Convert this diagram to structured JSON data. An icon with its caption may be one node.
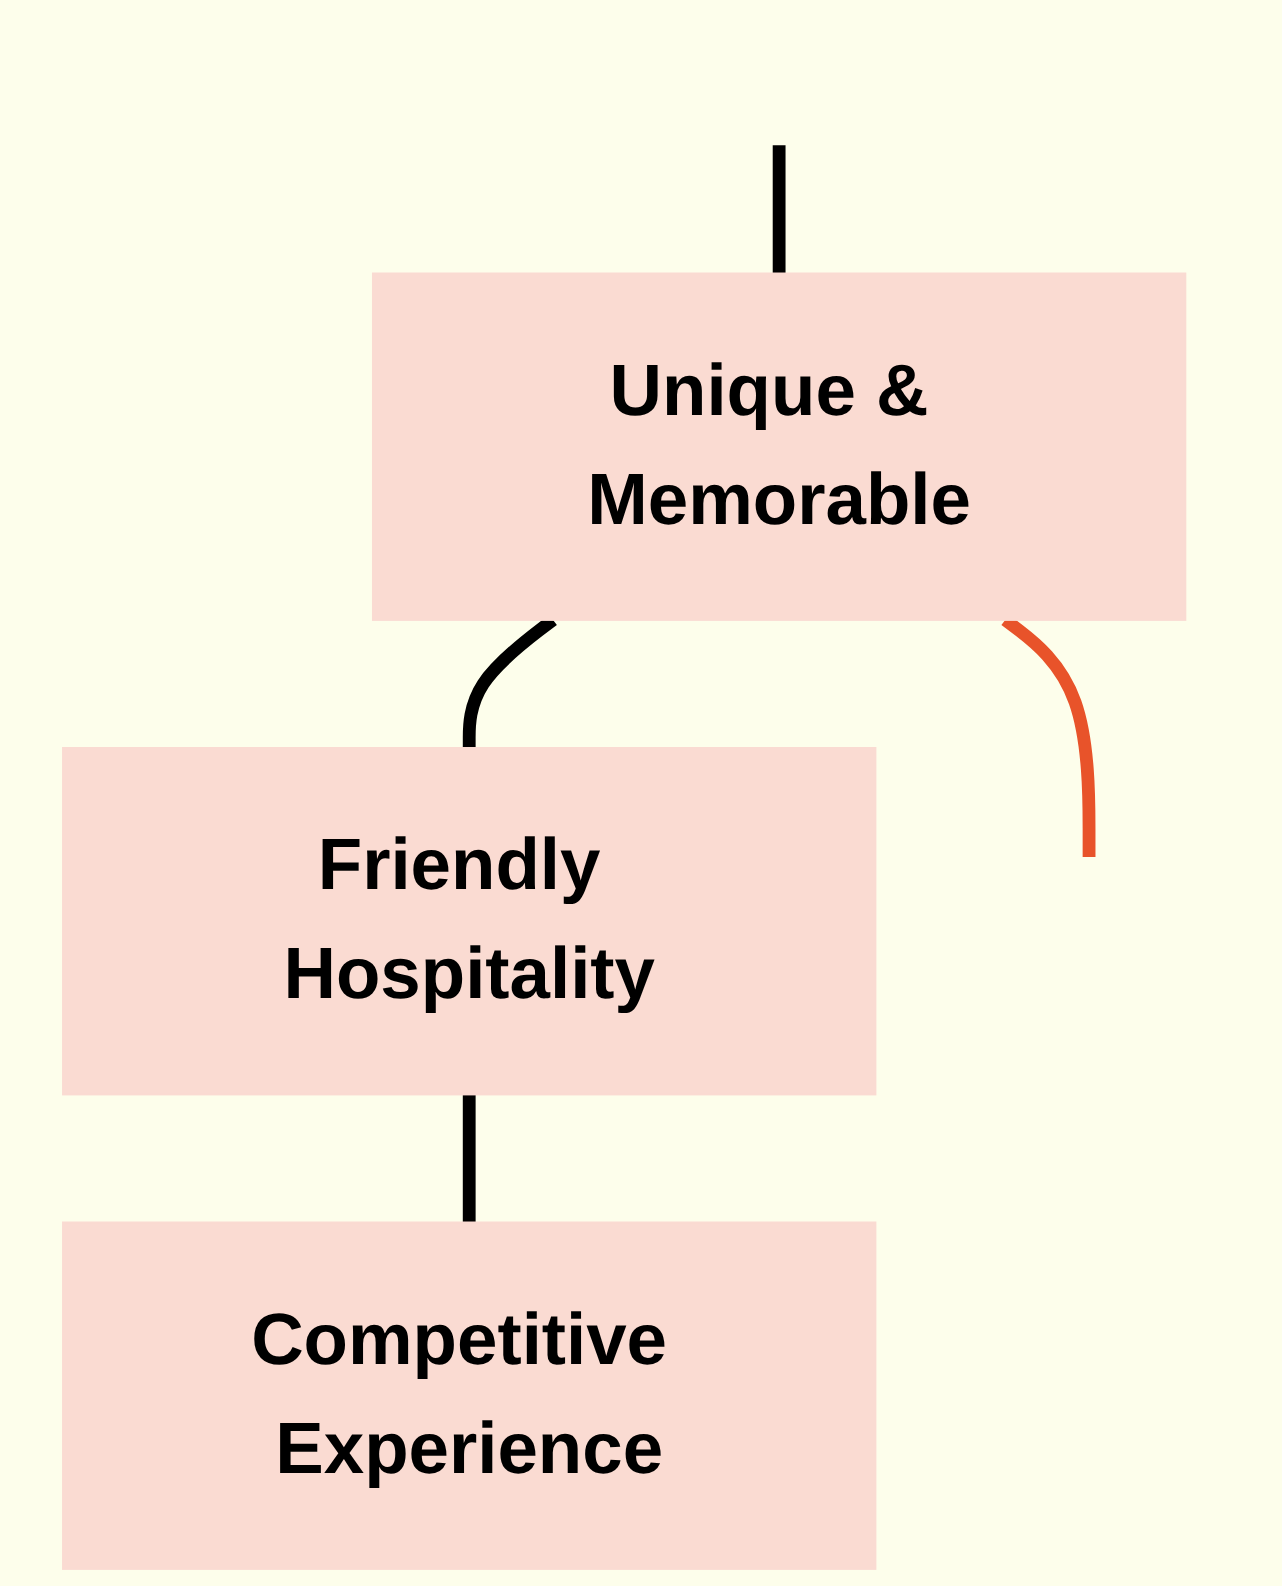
{
  "diagram": {
    "nodes": [
      {
        "text": [
          "Unique & Memorable"
        ]
      },
      {
        "text": [
          "Friendly Hospitality"
        ]
      },
      {
        "text": [
          "Competitive Experience"
        ]
      }
    ],
    "edges": [
      {
        "from": null,
        "to": 0,
        "arrow": "none"
      },
      {
        "from": 0,
        "to": null,
        "arrow": "none",
        "color": "#e8532a"
      },
      {
        "from": 0,
        "to": 1,
        "arrow": "none"
      },
      {
        "from": 1,
        "to": 2,
        "arrow": "none"
      }
    ]
  }
}
